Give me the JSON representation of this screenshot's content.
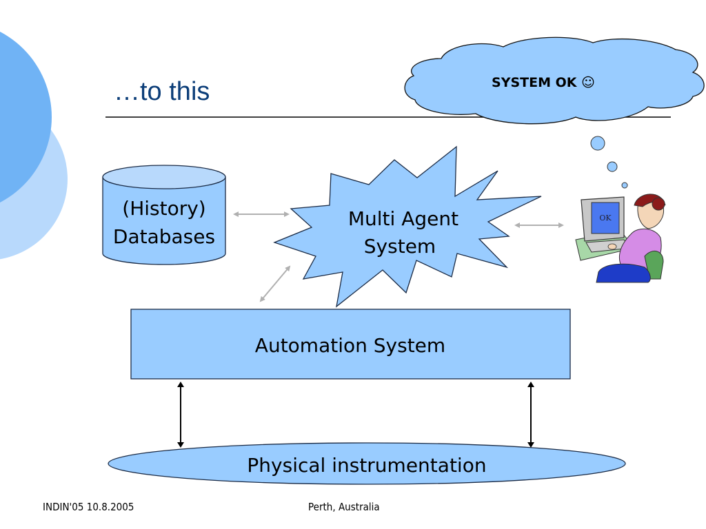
{
  "slide": {
    "title": "…to this",
    "footer_left": "INDIN'05 10.8.2005",
    "footer_center": "Perth, Australia"
  },
  "colors": {
    "shape_fill": "#99ccff",
    "deco_circle_dark": "#70b3f5",
    "deco_circle_light": "#b8d9fc",
    "title_color": "#0b3d78",
    "gray_arrow": "#b0b0b0"
  },
  "diagram": {
    "cloud_text": "SYSTEM OK ☺",
    "database_line1": "(History)",
    "database_line2": "Databases",
    "mas_line1": "Multi Agent",
    "mas_line2": "System",
    "automation": "Automation System",
    "physical": "Physical instrumentation",
    "monitor_text": "OK"
  }
}
